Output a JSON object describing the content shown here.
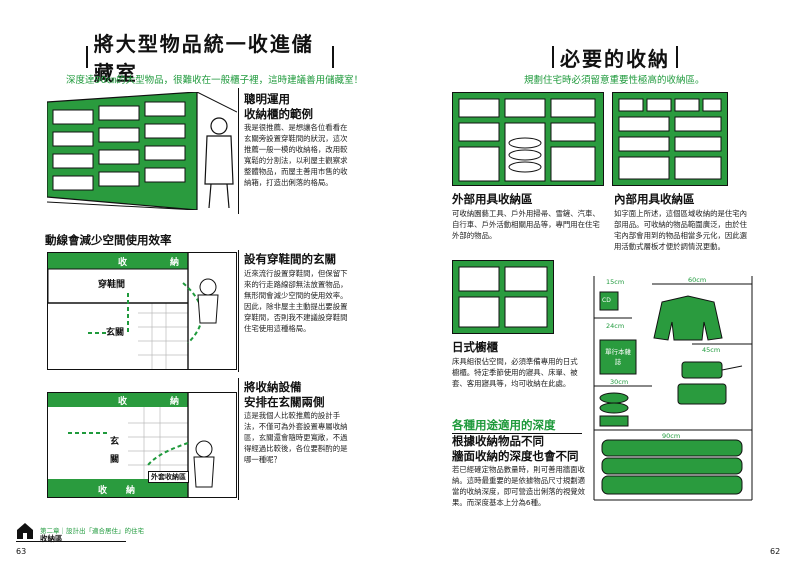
{
  "left_page": {
    "title": "將大型物品統一收進儲藏室",
    "subtitle": "深度達90㎝的大型物品，很難收在一般櫃子裡，這時建議善用儲藏室！",
    "section1": {
      "heading_line1": "聰明運用",
      "heading_line2": "收納櫃的範例",
      "body": "我是很推薦、是想讓各位看看在玄關旁設置穿鞋間的狀況，這次推薦一般一模的收納格，改用較寬鬆的分割法，以利屋主觀察求整體物品，而屋主善用市售的收納箱，打造出俐落的格局。"
    },
    "plan_caption": "動線會減少空間使用效率",
    "section2": {
      "heading": "設有穿鞋間的玄關",
      "body": "近來流行設置穿鞋間，但保留下來的行走路線卻無法放置物品，無形間會減少空間的使用效率。因此，除非屋主主動提出要設置穿鞋間，否則我不建議設穿鞋間住宅使用這種格局。"
    },
    "section3": {
      "heading_line1": "將收納設備",
      "heading_line2": "安排在玄關兩側",
      "body": "這是我個人比較推薦的設計手法，不僅可為外套設置專屬收納區，玄關還會隨時更寬敞，不過得經過比較後，各位要斟酌的是哪一種呢？"
    },
    "plan1": {
      "top_labels": [
        "收",
        "納"
      ],
      "room1": "穿鞋間",
      "room2": "玄關"
    },
    "plan2": {
      "top_labels": [
        "收",
        "納"
      ],
      "room": "玄關",
      "bottom_labels": [
        "收",
        "納"
      ],
      "tag": "外套收納區"
    },
    "footer": {
      "chapter": "第二章｜設計出「適合居住」的住宅",
      "section": "收納區",
      "page": "63"
    }
  },
  "right_page": {
    "title": "必要的收納",
    "subtitle": "規劃住宅時必須留意重要性極高的收納區。",
    "outdoor": {
      "heading": "外部用具收納區",
      "body": "可收納園藝工具、戶外用掃帚、雪鏟、汽車、自行車、戶外活動相關用品等，專門用在住宅外部的物品。"
    },
    "indoor": {
      "heading": "內部用具收納區",
      "body": "如字面上所述，這個區域收納的是住宅內部用品。可收納的物品範圍廣泛，由於住宅內部會用到的物品相當多元化，因此選用活動式層板才便於調情況更動。"
    },
    "japanese": {
      "heading": "日式櫥櫃",
      "body": "床具組很佔空間，必須準備專用的日式櫥櫃。特定季節使用的寢具、床單、被套、客用寢具等，均可收納在此處。"
    },
    "depth": {
      "green_heading": "各種用途適用的深度",
      "heading_line1": "根據收納物品不同",
      "heading_line2": "牆面收納的深度也會不同",
      "body": "若已經確定物品數量時，則可善用牆面收納。這時最重要的是依據物品尺寸規劃適當的收納深度，即可營造出俐落的視覺效果。而深度基本上分為6種。"
    },
    "dims": {
      "d15": "15cm",
      "d24": "24cm",
      "d30": "30cm",
      "d45": "45cm",
      "d60": "60cm",
      "d90": "90cm",
      "cd": "CD",
      "book": "單行本雜誌"
    },
    "page": "62"
  },
  "colors": {
    "accent": "#1f9a3c",
    "fill": "#2a9b3e"
  }
}
